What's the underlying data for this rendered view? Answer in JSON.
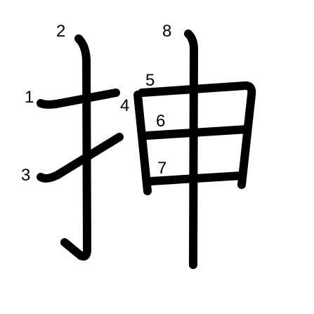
{
  "character": "押",
  "stroke_color": "#000000",
  "background_color": "#ffffff",
  "stroke_numbers": [
    "1",
    "2",
    "3",
    "4",
    "5",
    "6",
    "7",
    "8"
  ]
}
